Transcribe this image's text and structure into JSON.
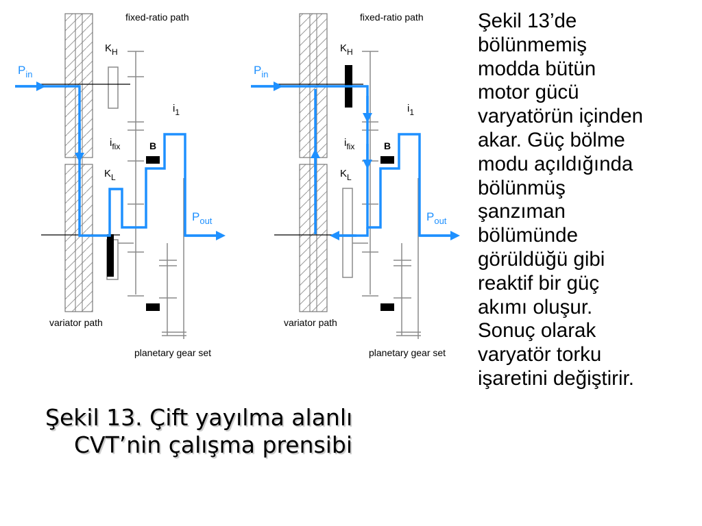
{
  "diagram": {
    "left": {
      "fixed_ratio_label": "fixed-ratio path",
      "variator_label": "variator path",
      "planetary_label": "planetary gear set",
      "kh": {
        "main": "K",
        "sub": "H"
      },
      "kl": {
        "main": "K",
        "sub": "L"
      },
      "ifix": {
        "main": "i",
        "sub": "fix"
      },
      "i1": {
        "main": "i",
        "sub": "1"
      },
      "b_label": "B",
      "pin": {
        "main": "P",
        "sub": "in"
      },
      "pout": {
        "main": "P",
        "sub": "out"
      }
    },
    "right": {
      "fixed_ratio_label": "fixed-ratio path",
      "variator_label": "variator path",
      "planetary_label": "planetary gear set",
      "kh": {
        "main": "K",
        "sub": "H"
      },
      "kl": {
        "main": "K",
        "sub": "L"
      },
      "ifix": {
        "main": "i",
        "sub": "fix"
      },
      "i1": {
        "main": "i",
        "sub": "1"
      },
      "b_label": "B",
      "pin": {
        "main": "P",
        "sub": "in"
      },
      "pout": {
        "main": "P",
        "sub": "out"
      }
    },
    "colors": {
      "power_flow": "#1e90ff",
      "structure": "#808080",
      "clutch": "#000000"
    }
  },
  "caption": {
    "line1": "Şekil 13. Çift yayılma alanlı",
    "line2": "CVT’nin çalışma prensibi"
  },
  "body": {
    "lines": [
      "Şekil 13’de",
      "bölünmemiş",
      "modda bütün",
      "motor gücü",
      "varyatörün içinden",
      "akar. Güç bölme",
      "modu açıldığında",
      "bölünmüş",
      "şanzıman",
      "bölümünde",
      "görüldüğü gibi",
      "reaktif bir güç",
      "akımı oluşur.",
      "Sonuç olarak",
      "varyatör torku",
      "işaretini değiştirir."
    ]
  }
}
